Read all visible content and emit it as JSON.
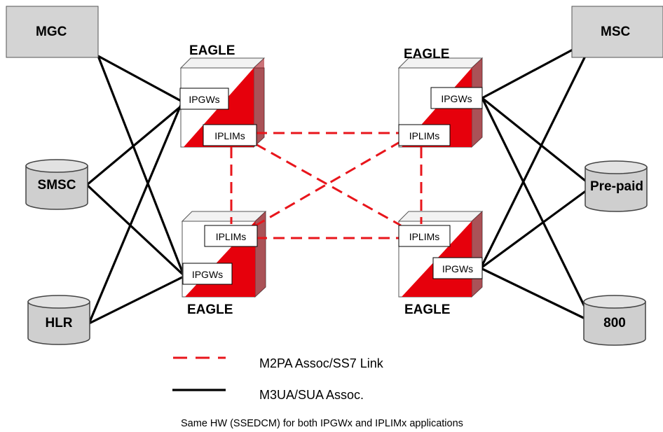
{
  "nodes": {
    "mgc": "MGC",
    "msc": "MSC",
    "smsc": "SMSC",
    "hlr": "HLR",
    "prepaid": "Pre-paid",
    "n800": "800"
  },
  "eagles": {
    "top_left": {
      "title": "EAGLE",
      "ipgw": "IPGWs",
      "iplim": "IPLIMs"
    },
    "top_right": {
      "title": "EAGLE",
      "ipgw": "IPGWs",
      "iplim": "IPLIMs"
    },
    "bottom_left": {
      "title": "EAGLE",
      "ipgw": "IPGWs",
      "iplim": "IPLIMs"
    },
    "bottom_right": {
      "title": "EAGLE",
      "ipgw": "IPGWs",
      "iplim": "IPLIMs"
    }
  },
  "legend": {
    "dashed": "M2PA Assoc/SS7 Link",
    "solid": "M3UA/SUA Assoc."
  },
  "footnote": "Same HW (SSEDCM) for both IPGWx and IPLIMx applications",
  "colors": {
    "link_red": "#e8151b",
    "box_gray": "#d4d4d4",
    "eagle_red": "#e6000c"
  }
}
